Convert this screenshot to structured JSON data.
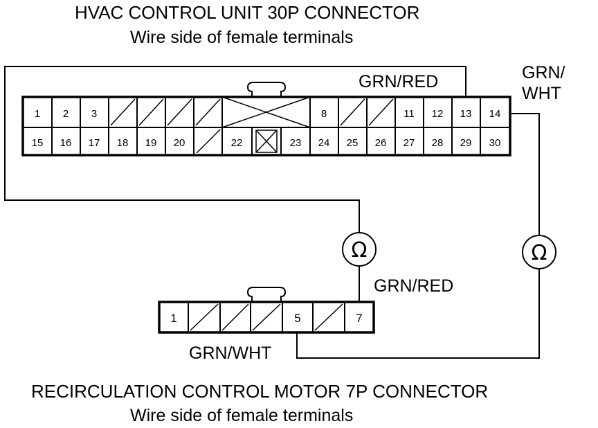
{
  "top_connector": {
    "title": "HVAC CONTROL UNIT 30P CONNECTOR",
    "subtitle": "Wire side of female terminals",
    "row1": [
      "1",
      "2",
      "3",
      "",
      "",
      "",
      "",
      "8",
      "",
      "",
      "11",
      "12",
      "13",
      "14"
    ],
    "row2": [
      "15",
      "16",
      "17",
      "18",
      "19",
      "20",
      "",
      "22",
      "",
      "23",
      "24",
      "25",
      "26",
      "27",
      "28",
      "29",
      "30"
    ]
  },
  "bottom_connector": {
    "title": "RECIRCULATION CONTROL MOTOR 7P CONNECTOR",
    "subtitle": "Wire side of female terminals",
    "pins": [
      "1",
      "",
      "",
      "",
      "5",
      "",
      "7"
    ]
  },
  "wires": {
    "top_grn_red": "GRN/RED",
    "top_grn_wht_1": "GRN/",
    "top_grn_wht_2": "WHT",
    "bottom_grn_red": "GRN/RED",
    "bottom_grn_wht": "GRN/WHT"
  },
  "meters": {
    "left_symbol": "Ω",
    "right_symbol": "Ω"
  }
}
